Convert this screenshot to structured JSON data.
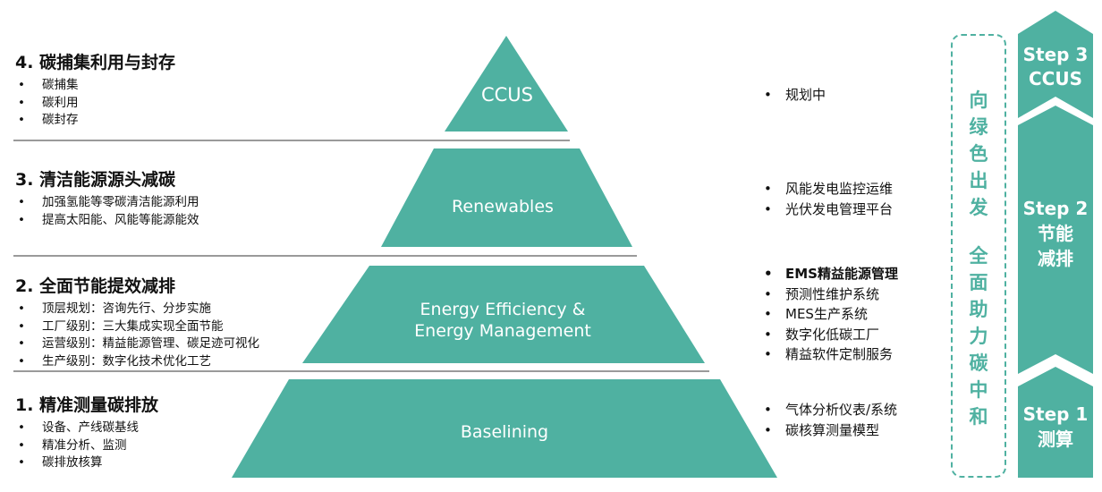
{
  "colors": {
    "teal": "#4fb1a1",
    "separator": "#9a9a9a"
  },
  "pyramid": {
    "tiers": [
      {
        "name": "CCUS"
      },
      {
        "name": "Renewables"
      },
      {
        "name": "Energy Efficiency &",
        "name2": "Energy Management"
      },
      {
        "name": "Baselining"
      }
    ]
  },
  "left": [
    {
      "title": "4. 碳捕集利用与封存",
      "items": [
        "碳捕集",
        "碳利用",
        "碳封存"
      ]
    },
    {
      "title": "3. 清洁能源源头减碳",
      "items": [
        "加强氢能等零碳清洁能源利用",
        "提高太阳能、风能等能源能效"
      ]
    },
    {
      "title": "2. 全面节能提效减排",
      "items": [
        "顶层规划：咨询先行、分步实施",
        "工厂级别：三大集成实现全面节能",
        "运营级别：精益能源管理、碳足迹可视化",
        "生产级别：数字化技术优化工艺"
      ]
    },
    {
      "title": "1. 精准测量碳排放",
      "items": [
        "设备、产线碳基线",
        "精准分析、监测",
        "碳排放核算"
      ]
    }
  ],
  "right": [
    {
      "items": [
        "规划中"
      ]
    },
    {
      "items": [
        "风能发电监控运维",
        "光伏发电管理平台"
      ]
    },
    {
      "items": [
        "EMS精益能源管理",
        "预测性维护系统",
        "MES生产系统",
        "数字化低碳工厂",
        "精益软件定制服务"
      ]
    },
    {
      "items": [
        "气体分析仪表/系统",
        "碳核算测量模型"
      ]
    }
  ],
  "vertical_text": [
    "向",
    "绿",
    "色",
    "出",
    "发",
    "",
    "全",
    "面",
    "助",
    "力",
    "碳",
    "中",
    "和"
  ],
  "steps": [
    {
      "line1": "Step 3",
      "line2": "CCUS"
    },
    {
      "line1": "Step 2",
      "line2": "节能",
      "line3": "减排"
    },
    {
      "line1": "Step 1",
      "line2": "测算"
    }
  ]
}
